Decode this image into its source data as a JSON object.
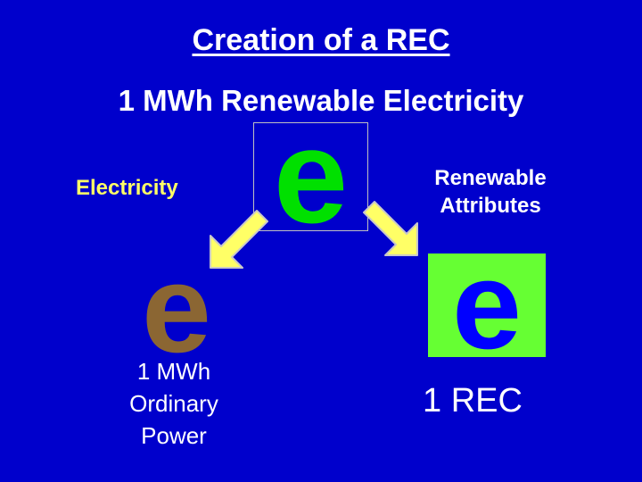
{
  "title": "Creation of a REC",
  "subtitle": "1 MWh Renewable Electricity",
  "left_label": "Electricity",
  "right_label": [
    "Renewable",
    "Attributes"
  ],
  "top_symbol": "e",
  "left_symbol": "e",
  "right_symbol": "e",
  "ordinary_label": [
    "1 MWh",
    "Ordinary",
    "Power"
  ],
  "rec_label": "1 REC",
  "colors": {
    "background": "#0000CC",
    "top_e": "#00E000",
    "left_e": "#8B6633",
    "right_e": "#0000FF",
    "right_box": "#66FF33",
    "arrow": "#FFFF66",
    "electricity_label": "#FFFF66"
  }
}
